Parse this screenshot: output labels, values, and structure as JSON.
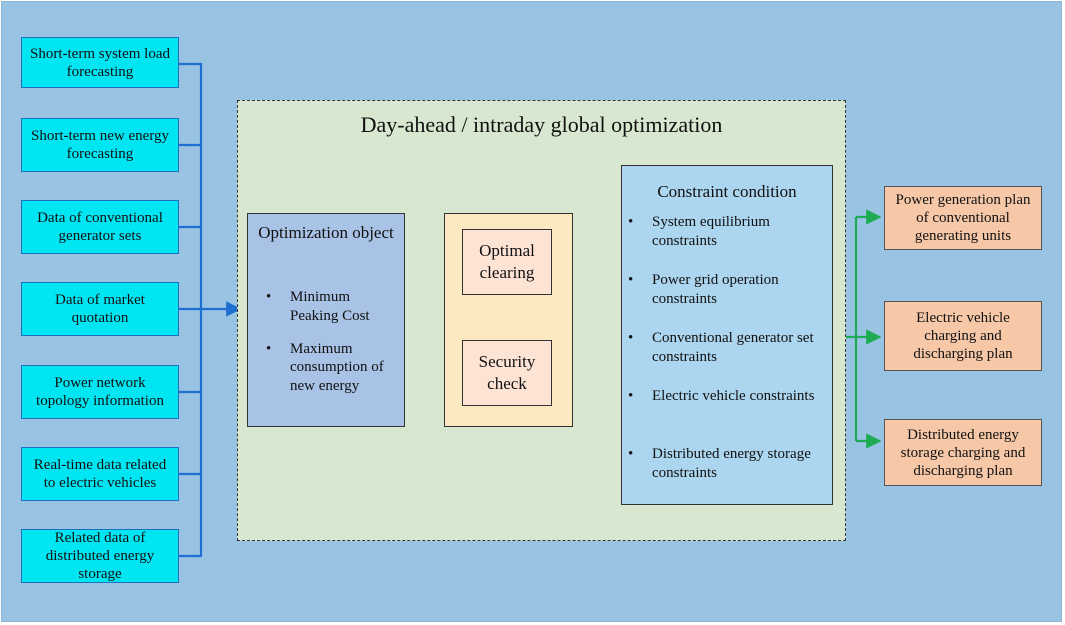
{
  "diagram": {
    "inputs": [
      "Short-term system load forecasting",
      "Short-term new energy forecasting",
      "Data of conventional generator sets",
      "Data of market quotation",
      "Power network topology information",
      "Real-time data related to electric vehicles",
      "Related data of distributed energy storage"
    ],
    "global_title": "Day-ahead / intraday global optimization",
    "optimization_object": {
      "title": "Optimization object",
      "items": [
        "Minimum Peaking Cost",
        "Maximum consumption of new energy"
      ]
    },
    "optimal_clearing": "Optimal clearing",
    "security_check": "Security check",
    "constraint": {
      "title": "Constraint condition",
      "items": [
        "System equilibrium constraints",
        "Power grid operation constraints",
        "Conventional generator set constraints",
        "Electric vehicle constraints",
        "Distributed energy storage constraints"
      ]
    },
    "outputs": [
      "Power generation plan of conventional generating units",
      "Electric vehicle charging and discharging plan",
      "Distributed energy storage charging and discharging plan"
    ],
    "bullet": "•",
    "colors": {
      "background": "#98c3e3",
      "input_fill": "#00e5f2",
      "input_connector": "#1f6fd1",
      "output_fill": "#f7c8a8",
      "output_connector": "#1faa55",
      "flow_arrow": "#e8151b",
      "global_fill": "#d8e7cf"
    }
  }
}
